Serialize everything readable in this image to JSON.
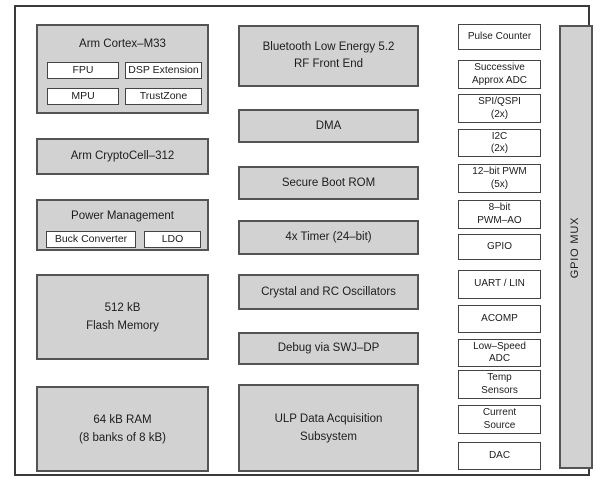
{
  "colors": {
    "block_fill": "#d2d2d2",
    "block_border": "#545456",
    "white_fill": "#ffffff",
    "frame_border": "#3a3a3c",
    "text": "#1c1c1e",
    "background": "#ffffff"
  },
  "cortex": {
    "title": "Arm Cortex–M33",
    "sub_blocks": [
      {
        "label": "FPU"
      },
      {
        "label": "DSP Extension"
      },
      {
        "label": "MPU"
      },
      {
        "label": "TrustZone"
      }
    ]
  },
  "cryptocell": {
    "title": "Arm CryptoCell–312"
  },
  "power": {
    "title": "Power Management",
    "sub_blocks": [
      {
        "label": "Buck Converter"
      },
      {
        "label": "LDO"
      }
    ]
  },
  "flash": {
    "line1": "512 kB",
    "line2": "Flash Memory"
  },
  "ram": {
    "line1": "64 kB RAM",
    "line2": "(8 banks of 8 kB)"
  },
  "middle": [
    {
      "line1": "Bluetooth Low Energy 5.2",
      "line2": "RF Front End"
    },
    {
      "line1": "DMA"
    },
    {
      "line1": "Secure Boot ROM"
    },
    {
      "line1": "4x Timer (24–bit)"
    },
    {
      "line1": "Crystal and RC Oscillators"
    },
    {
      "line1": "Debug via SWJ–DP"
    },
    {
      "line1": "ULP Data Acquisition",
      "line2": "Subsystem"
    }
  ],
  "peripherals": [
    {
      "line1": "Pulse Counter"
    },
    {
      "line1": "Successive",
      "line2": "Approx ADC"
    },
    {
      "line1": "SPI/QSPI",
      "line2": "(2x)"
    },
    {
      "line1": "I2C",
      "line2": "(2x)"
    },
    {
      "line1": "12–bit PWM",
      "line2": "(5x)"
    },
    {
      "line1": "8–bit",
      "line2": "PWM–AO"
    },
    {
      "line1": "GPIO"
    },
    {
      "line1": "UART / LIN"
    },
    {
      "line1": "ACOMP"
    },
    {
      "line1": "Low–Speed",
      "line2": "ADC"
    },
    {
      "line1": "Temp",
      "line2": "Sensors"
    },
    {
      "line1": "Current",
      "line2": "Source"
    },
    {
      "line1": "DAC"
    }
  ],
  "gpio_mux": {
    "label": "GPIO MUX"
  }
}
